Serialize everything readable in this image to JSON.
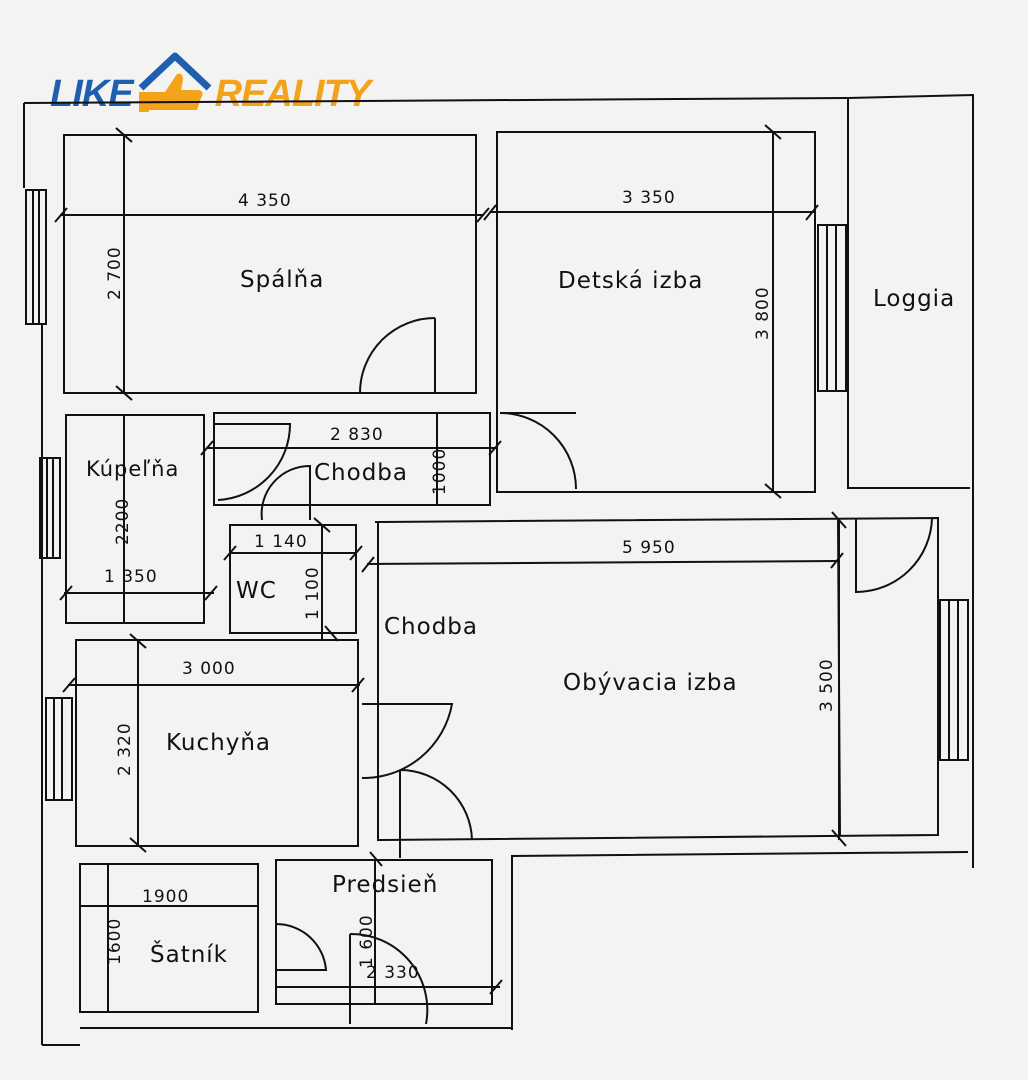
{
  "logo": {
    "left": "LIKE",
    "right": "REALITY"
  },
  "colors": {
    "logo_blue": "#1f5fb0",
    "logo_orange": "#f5a21b",
    "line": "#111111",
    "paper": "#f3f3f1"
  },
  "rooms": {
    "spalna": "Spálňa",
    "detska": "Detská izba",
    "loggia": "Loggia",
    "kupelna": "Kúpeľňa",
    "chodba_top": "Chodba",
    "wc": "WC",
    "chodba_left": "Chodba",
    "obyvacia": "Obývacia izba",
    "kuchyna": "Kuchyňa",
    "predsien": "Predsieň",
    "satnik": "Šatník"
  },
  "dims": {
    "spalna_w": "4 350",
    "spalna_h": "2 700",
    "detska_w": "3 350",
    "detska_h": "3 800",
    "chodba_w": "2 830",
    "chodba_h": "1000",
    "kupelna_w": "1 350",
    "kupelna_h": "2200",
    "wc_w": "1 140",
    "wc_h": "1 100",
    "obyvacia_w": "5 950",
    "obyvacia_h": "3 500",
    "kuchyna_w": "3 000",
    "kuchyna_h": "2 320",
    "satnik_w": "1900",
    "satnik_h": "1600",
    "predsien_w": "2 330",
    "predsien_h": "1 600"
  }
}
